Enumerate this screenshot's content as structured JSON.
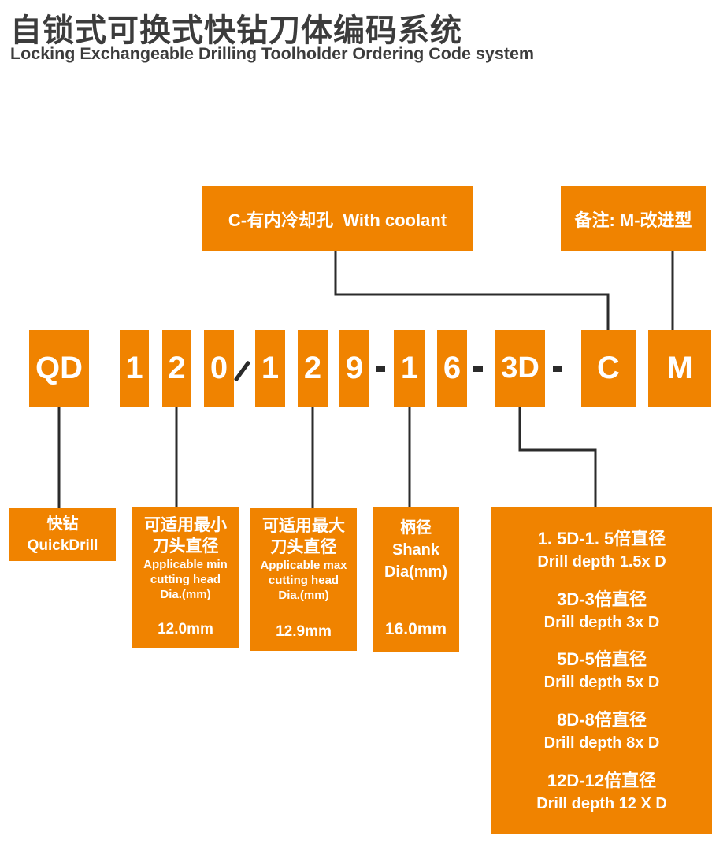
{
  "header": {
    "title_cn": "自锁式可换式快钻刀体编码系统",
    "title_en": "Locking Exchangeable Drilling Toolholder Ordering Code system"
  },
  "colors": {
    "accent_orange": "#F08300",
    "connector_black": "#2B2B2B",
    "title_gray": "#3C3C3C",
    "box_text_white": "#FFFFFF"
  },
  "callouts": {
    "coolant": "C-有内冷却孔  With coolant",
    "note": "备注: M-改进型"
  },
  "code": {
    "tokens": [
      {
        "label": "QD"
      },
      {
        "label": "1"
      },
      {
        "label": "2"
      },
      {
        "label": "0"
      },
      {
        "label": "/"
      },
      {
        "label": "1"
      },
      {
        "label": "2"
      },
      {
        "label": "9"
      },
      {
        "label": "-"
      },
      {
        "label": "1"
      },
      {
        "label": "6"
      },
      {
        "label": "-"
      },
      {
        "label": "3D"
      },
      {
        "label": "-"
      },
      {
        "label": "C"
      },
      {
        "label": "M"
      }
    ]
  },
  "explanations": {
    "quickdrill": {
      "cn": "快钻",
      "en": "QuickDrill"
    },
    "min_head": {
      "cn1": "可适用最小",
      "cn2": "刀头直径",
      "en1": "Applicable min",
      "en2": "cutting head",
      "en3": "Dia.(mm)",
      "value": "12.0mm"
    },
    "max_head": {
      "cn1": "可适用最大",
      "cn2": "刀头直径",
      "en1": "Applicable max",
      "en2": "cutting head",
      "en3": "Dia.(mm)",
      "value": "12.9mm"
    },
    "shank": {
      "cn": "柄径",
      "en1": "Shank",
      "en2": "Dia(mm)",
      "value": "16.0mm"
    },
    "drill_depth_options": [
      {
        "cn": "1. 5D-1. 5倍直径",
        "en": "Drill depth 1.5x D"
      },
      {
        "cn": "3D-3倍直径",
        "en": "Drill depth 3x D"
      },
      {
        "cn": "5D-5倍直径",
        "en": "Drill depth 5x D"
      },
      {
        "cn": "8D-8倍直径",
        "en": "Drill depth 8x D"
      },
      {
        "cn": "12D-12倍直径",
        "en": "Drill depth 12 X D"
      }
    ]
  }
}
